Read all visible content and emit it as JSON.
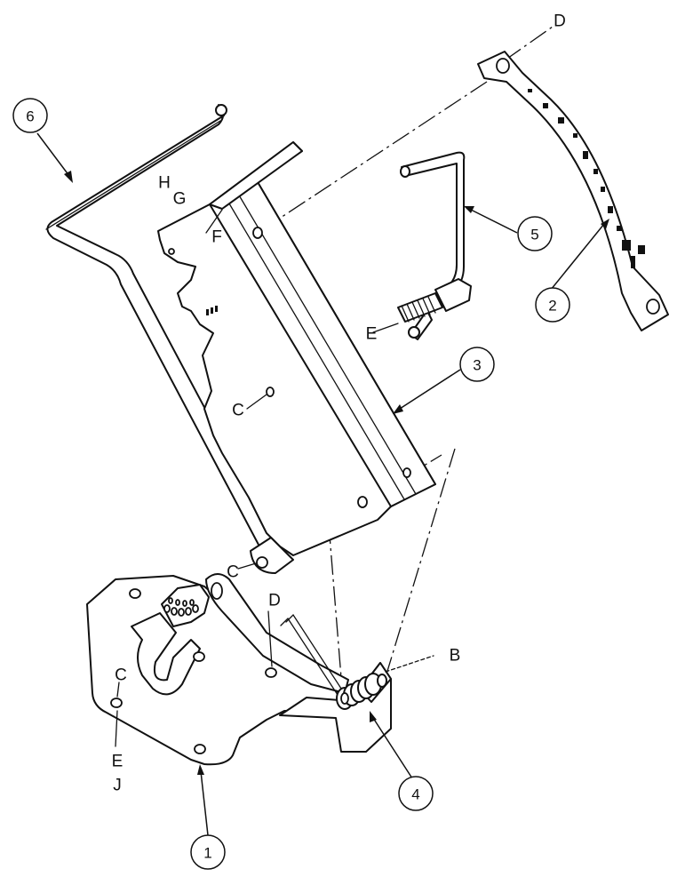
{
  "callouts": [
    {
      "id": "1",
      "label": "1"
    },
    {
      "id": "2",
      "label": "2"
    },
    {
      "id": "3",
      "label": "3"
    },
    {
      "id": "4",
      "label": "4"
    },
    {
      "id": "5",
      "label": "5"
    },
    {
      "id": "6",
      "label": "6"
    }
  ],
  "letters": {
    "d_top": "D",
    "h": "H",
    "g": "G",
    "f": "F",
    "e_rod": "E",
    "c_mid": "C",
    "c_low": "C",
    "d_base": "D",
    "b": "B",
    "c_base": "C",
    "e_base": "E",
    "j": "J"
  }
}
